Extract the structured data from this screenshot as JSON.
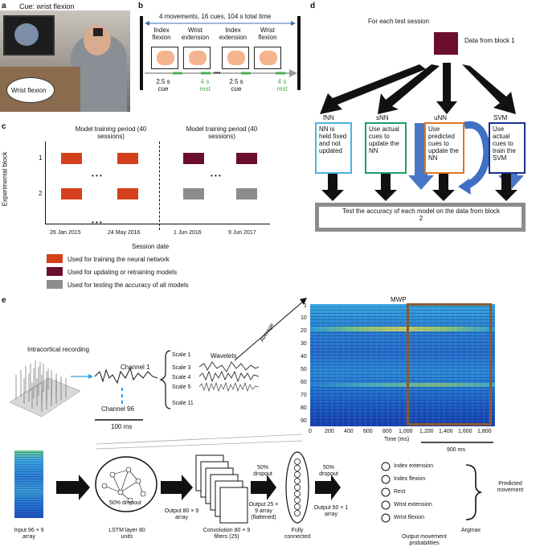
{
  "panel_a": {
    "label": "a",
    "cue_title": "Cue: wrist flexion",
    "thought_bubble": "Wrist flexion"
  },
  "panel_b": {
    "label": "b",
    "header": "4 movements, 16 cues, 104 s total time",
    "movements": [
      "Index flexion",
      "Wrist extension",
      "Index extension",
      "Wrist flexion"
    ],
    "cue_label": "2.5 s cue",
    "rest_label": "4 s rest",
    "ellipsis": "•••"
  },
  "panel_c": {
    "label": "c",
    "period_label": "Model training period (40 sessions)",
    "ylabel": "Experimental block",
    "xlabel": "Session date",
    "yticks": [
      "1",
      "2"
    ],
    "xticks": [
      "26 Jan 2015",
      "24 May 2016",
      "1 Jun 2016",
      "9 Jun 2017"
    ],
    "legend": [
      {
        "label": "Used for training the neural network",
        "color": "#d4401c"
      },
      {
        "label": "Used for updating or retraining models",
        "color": "#6b0d2e"
      },
      {
        "label": "Used for testing the accuracy of all models",
        "color": "#8c8c8c"
      }
    ]
  },
  "panel_d": {
    "label": "d",
    "header": "For each test session",
    "data_label": "Data from block 1",
    "models": [
      {
        "name": "fNN",
        "text": "NN is held fixed and not updated",
        "color": "#4fb3dd"
      },
      {
        "name": "sNN",
        "text": "Use actual cues to update the NN",
        "color": "#1f9a6e"
      },
      {
        "name": "uNN",
        "text": "Use predicted cues to update the NN",
        "color": "#e0761f"
      },
      {
        "name": "SVM",
        "text": "Use actual cues to train the SVM",
        "color": "#1b2f8f"
      }
    ],
    "test_text": "Test the accuracy of each model on the data from block 2"
  },
  "panel_e": {
    "label": "e",
    "recording_label": "Intracortical recording",
    "channel1": "Channel 1",
    "channel96": "Channel 96",
    "scalebar1": "100 ms",
    "wavelets_label": "Wavelets",
    "scales": [
      "Scale 1",
      "Scale 3",
      "Scale 4",
      "Scale 5",
      "Scale 11"
    ],
    "average_label": "Average",
    "mwp_title": "MWP",
    "mwp_yticks": [
      "1",
      "10",
      "20",
      "30",
      "40",
      "50",
      "60",
      "70",
      "80",
      "90"
    ],
    "mwp_xticks": [
      "0",
      "200",
      "400",
      "600",
      "800",
      "1,000",
      "1,200",
      "1,400",
      "1,600",
      "1,800"
    ],
    "mwp_xlabel": "Time (ms)",
    "scalebar2": "900 ms",
    "input_label": "Input 96 × 9 array",
    "dropout1": "50% dropout",
    "lstm_label": "LSTM layer 80 units",
    "output1": "Output 80 × 9 array",
    "conv_label": "Convolution 80 × 9 filters (25)",
    "dropout2": "50% dropout",
    "output2": "Output 25 × 9 array (flattened)",
    "fc_label": "Fully connected",
    "dropout3": "50% dropout",
    "output3": "Output 50 × 1 array",
    "classes": [
      "Index extension",
      "Index flexion",
      "Rest",
      "Wrist extension",
      "Wrist flexion"
    ],
    "probs_label": "Output movement probabilities",
    "predicted_label": "Predicted movement",
    "argmax_label": "Argmax"
  }
}
